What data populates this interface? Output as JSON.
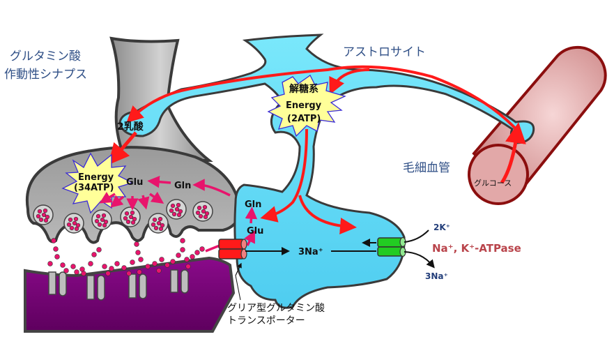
{
  "labels": {
    "synapse_title_line1": "グルタミン酸",
    "synapse_title_line2": "作動性シナプス",
    "astrocyte": "アストロサイト",
    "capillary": "毛細血管",
    "glucose": "グルコース",
    "glycolysis": "解糖系",
    "astro_energy": "Energy",
    "astro_atp": "(2ATP)",
    "lactate": "2乳酸",
    "neuron_energy": "Energy",
    "neuron_atp": "(34ATP)",
    "neuron_glu": "Glu",
    "neuron_gln": "Gln",
    "astro_gln": "Gln",
    "astro_glu": "Glu",
    "na_in": "3Na⁺",
    "k_in": "2K⁺",
    "na_out": "3Na⁺",
    "pump_name": "Na⁺, K⁺-ATPase",
    "transporter_line1": "グリア型グルタミン酸",
    "transporter_line2": "トランスポーター"
  },
  "colors": {
    "astrocyte_fill": "#5fd6f5",
    "neuron_fill": "#a9a9a9",
    "postsynaptic_fill": "#7a0a7a",
    "capillary_fill": "#dca0a0",
    "capillary_stroke": "#8b0e0e",
    "energy_arrow": "#ff1a1a",
    "glutamate": "#e8146c",
    "transporter": "#ff1a1a",
    "pump": "#22cc22",
    "energy_burst": "#ffff99",
    "burst_stroke": "#3a2bd6"
  }
}
